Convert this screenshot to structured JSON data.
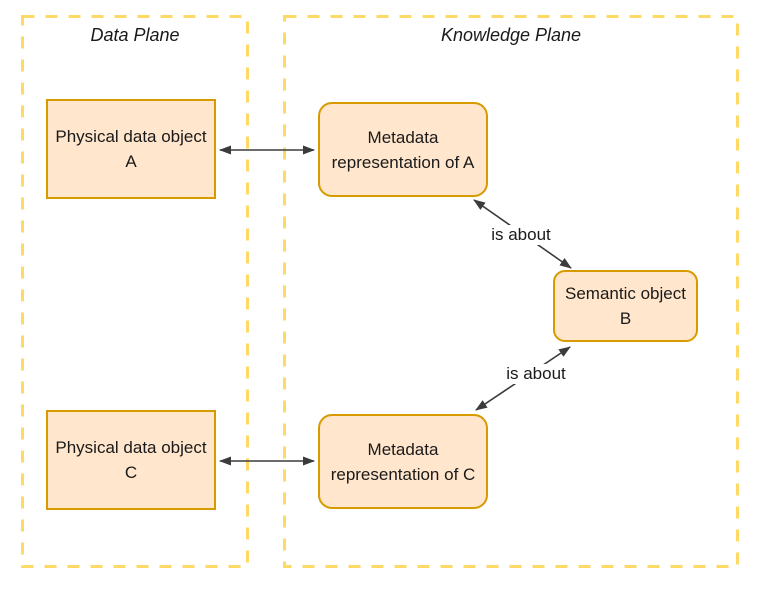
{
  "diagram": {
    "title": "Data Plane / Knowledge Plane metadata diagram",
    "colors": {
      "node_fill": "#ffe6cc",
      "node_border": "#d79b00",
      "plane_border": "#ffd966",
      "arrow": "#3b3b3b",
      "text": "#1a1a1a",
      "background": "#ffffff"
    },
    "planes": {
      "data": {
        "label": "Data Plane"
      },
      "knowledge": {
        "label": "Knowledge Plane"
      }
    },
    "nodes": {
      "physical_a": {
        "lines": [
          "Physical data object",
          "A"
        ],
        "shape": "rectangle",
        "plane": "data"
      },
      "metadata_a": {
        "lines": [
          "Metadata",
          "representation of A"
        ],
        "shape": "rounded",
        "plane": "knowledge"
      },
      "physical_c": {
        "lines": [
          "Physical data object",
          "C"
        ],
        "shape": "rectangle",
        "plane": "data"
      },
      "metadata_c": {
        "lines": [
          "Metadata",
          "representation of C"
        ],
        "shape": "rounded",
        "plane": "knowledge"
      },
      "semantic_b": {
        "lines": [
          "Semantic object",
          "B"
        ],
        "shape": "rounded",
        "plane": "knowledge"
      }
    },
    "edges": [
      {
        "from": "physical_a",
        "to": "metadata_a",
        "label": "",
        "direction": "bidirectional"
      },
      {
        "from": "physical_c",
        "to": "metadata_c",
        "label": "",
        "direction": "bidirectional"
      },
      {
        "from": "metadata_a",
        "to": "semantic_b",
        "label": "is about",
        "direction": "bidirectional"
      },
      {
        "from": "metadata_c",
        "to": "semantic_b",
        "label": "is about",
        "direction": "bidirectional"
      }
    ]
  }
}
